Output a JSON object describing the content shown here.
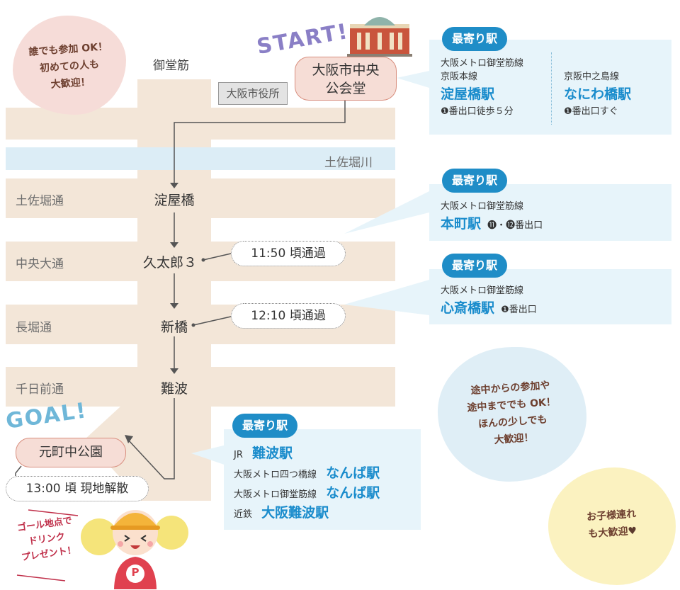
{
  "colors": {
    "street": "#f3e6d8",
    "river": "#dcedf6",
    "route": "#555555",
    "station_tag": "#1f8dc7",
    "station_text": "#1a8ccc",
    "endpoint_fill": "#f6ddd6",
    "endpoint_border": "#d88e7e",
    "bubble_pink": "#f6dcd8",
    "bubble_blue": "#dfeef6",
    "bubble_yellow": "#fbf2c0"
  },
  "bubbles": {
    "welcome_top": [
      "誰でも参加 OK！",
      "初めての人も",
      "大歓迎！"
    ],
    "join_midway": [
      "途中からの参加や",
      "途中まででも OK！",
      "ほんの少しでも",
      "大歓迎！"
    ],
    "kids": [
      "お子様連れ",
      "も大歓迎"
    ]
  },
  "start": {
    "title": "START!",
    "place_line1": "大阪市中央",
    "place_line2": "公会堂"
  },
  "landmark": "大阪市役所",
  "roads": {
    "midosuji": "御堂筋",
    "river": "土佐堀川",
    "tosabori": "土佐堀通",
    "chuo": "中央大通",
    "nagahori": "長堀通",
    "sennichimae": "千日前通"
  },
  "stops": {
    "yodoyabashi": "淀屋橋",
    "kyutaro": "久太郎３",
    "shinbashi": "新橋",
    "namba": "難波"
  },
  "times": {
    "kyutaro_pass": "11:50 頃通過",
    "shinbashi_pass": "12:10 頃通過",
    "goal_dispersal": "13:00 頃 現地解散"
  },
  "goal": {
    "title": "GOAL!",
    "place": "元町中公園"
  },
  "drink_note": [
    "ゴール地点で",
    "ドリンク",
    "プレゼント！"
  ],
  "mascot": {
    "badge": "P",
    "icon": "cheerleader-mascot-icon"
  },
  "station_tag_label": "最寄り駅",
  "nearest_start": {
    "col1": {
      "line1": "大阪メトロ御堂筋線",
      "line2": "京阪本線",
      "station": "淀屋橋駅",
      "exit": "❶番出口徒歩５分"
    },
    "col2": {
      "line1": "京阪中之島線",
      "station": "なにわ橋駅",
      "exit": "❶番出口すぐ"
    }
  },
  "nearest_kyutaro": {
    "line": "大阪メトロ御堂筋線",
    "station": "本町駅",
    "exit": "⓫・⓬番出口"
  },
  "nearest_shinbashi": {
    "line": "大阪メトロ御堂筋線",
    "station": "心斎橋駅",
    "exit": "❶番出口"
  },
  "nearest_goal": [
    {
      "line": "JR",
      "station": "難波駅"
    },
    {
      "line": "大阪メトロ四つ橋線",
      "station": "なんば駅"
    },
    {
      "line": "大阪メトロ御堂筋線",
      "station": "なんば駅"
    },
    {
      "line": "近鉄",
      "station": "大阪難波駅"
    }
  ]
}
